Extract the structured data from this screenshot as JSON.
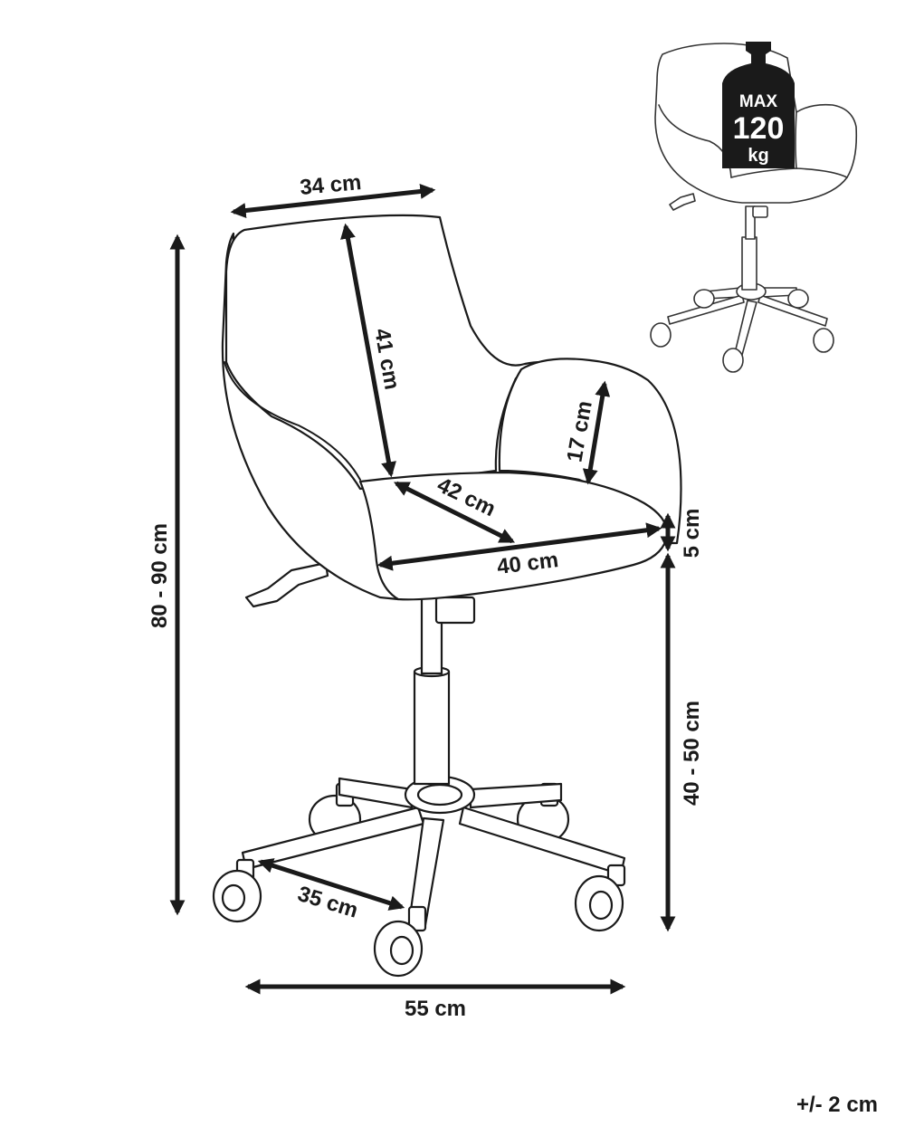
{
  "dimensions": {
    "seat_back_width": "34 cm",
    "backrest_height": "41 cm",
    "armrest_height": "17 cm",
    "seat_depth": "42 cm",
    "seat_width": "40 cm",
    "seat_thickness": "5 cm",
    "total_height": "80 - 90 cm",
    "seat_height": "40 - 50 cm",
    "leg_length": "35 cm",
    "base_width": "55 cm"
  },
  "max_load": {
    "line1": "MAX",
    "line2": "120",
    "line3": "kg"
  },
  "tolerance": "+/- 2 cm",
  "colors": {
    "ink": "#1a1a1a",
    "background": "#ffffff"
  }
}
